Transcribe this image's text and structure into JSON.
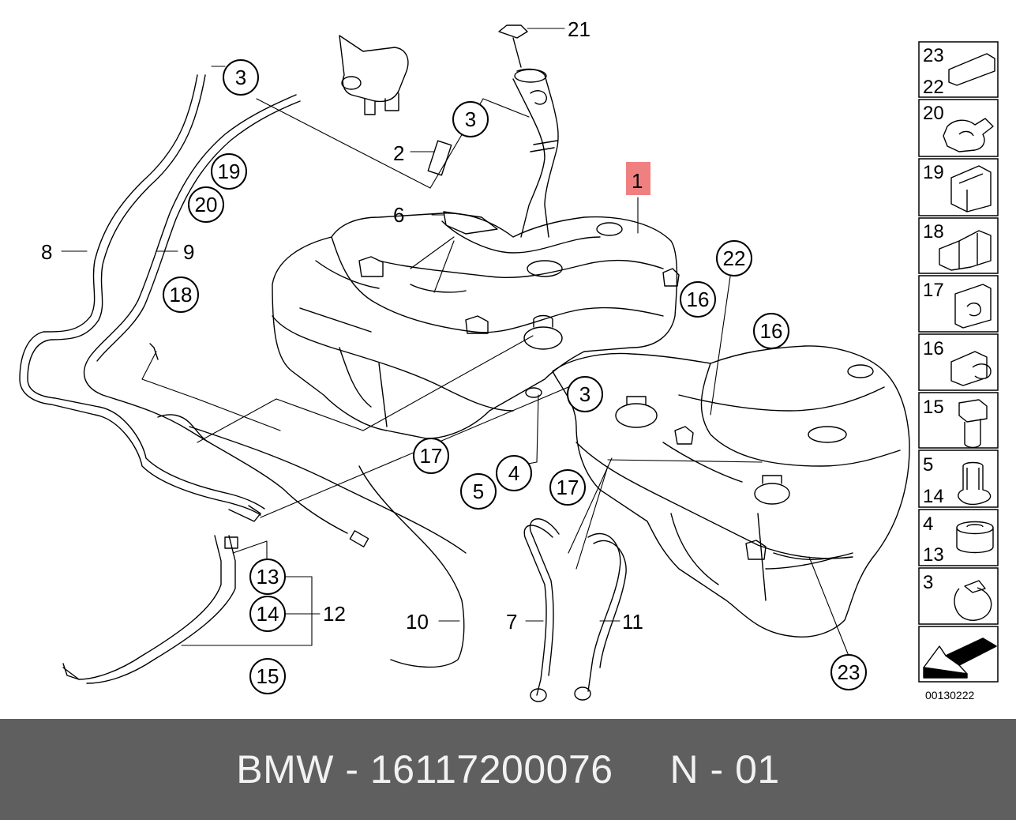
{
  "footer": {
    "text": "BMW - 16117200076     N - 01"
  },
  "catalog_number": "00130222",
  "highlight_color": "#f08080",
  "footer_bg": "#5f5f5f",
  "callouts_plain": [
    "21",
    "2",
    "6",
    "8",
    "9",
    "12",
    "10",
    "7",
    "11",
    "1"
  ],
  "callouts_circled": [
    "3",
    "3",
    "19",
    "20",
    "18",
    "22",
    "16",
    "16",
    "3",
    "17",
    "4",
    "5",
    "17",
    "13",
    "14",
    "15",
    "23"
  ],
  "side_panel": [
    {
      "labels": [
        "23",
        "22"
      ],
      "part": "gasket-strip-icon"
    },
    {
      "labels": [
        "20"
      ],
      "part": "clip-icon"
    },
    {
      "labels": [
        "19"
      ],
      "part": "holder-icon"
    },
    {
      "labels": [
        "18"
      ],
      "part": "double-holder-icon"
    },
    {
      "labels": [
        "17"
      ],
      "part": "pad-icon"
    },
    {
      "labels": [
        "16"
      ],
      "part": "rubber-mount-icon"
    },
    {
      "labels": [
        "15"
      ],
      "part": "bolt-icon"
    },
    {
      "labels": [
        "5",
        "14"
      ],
      "part": "grommet-icon"
    },
    {
      "labels": [
        "4",
        "13"
      ],
      "part": "rubber-ring-icon"
    },
    {
      "labels": [
        "3"
      ],
      "part": "hose-clamp-icon"
    },
    {
      "labels": [],
      "part": "arrow-icon"
    }
  ]
}
